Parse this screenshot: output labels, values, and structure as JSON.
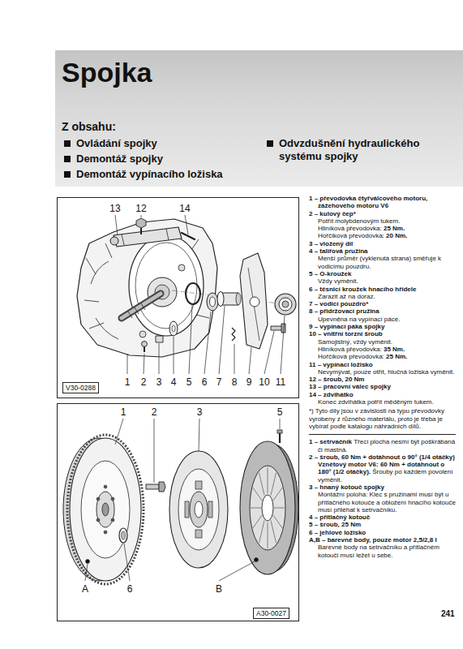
{
  "diagram": {
    "title": "Spojka",
    "nodes": [
      {
        "text": [
          "Z obsahu:",
          "Ovládání spojky",
          "Demontáž spojky",
          "Demontáž vypínacího ložiska",
          "Odvzdušnění hydraulického systému spojky"
        ]
      }
    ],
    "labels": [
      "13",
      "12",
      "14",
      "1",
      "2",
      "3",
      "4",
      "5",
      "6",
      "7",
      "8",
      "9",
      "10",
      "11",
      "V30-0288",
      "1",
      "2",
      "3",
      "5",
      "A",
      "6",
      "B",
      "A30-0027",
      "1 – převodovka čtyřválcového motoru, zážehového motoru V6",
      "2 – kulový čep*",
      "Potřít molybdenovým tukem.",
      "Hliníková převodovka:",
      "25 Nm.",
      "Hořčíková převodovka:",
      "20 Nm.",
      "3 – vložený díl",
      "4 – talířová pružina",
      "Menší průměr (vyklenutá strana) směřuje k vodicímu pouzdru.",
      "5 – O-kroužek",
      "Vždy vyměnit.",
      "6 – těsnicí kroužek hnacího hřídele",
      "Zarazit až na doraz.",
      "7 – vodicí pouzdro*",
      "8 – přidržovací pružina",
      "Upevněna na vypínací páce.",
      "9 – vypínací páka spojky",
      "10 – vnitřní torzní šroub",
      "Samojistný, vždy vyměnit.",
      "Hliníková převodovka:",
      "35 Nm.",
      "Hořčíková převodovka:",
      "25 Nm.",
      "11 – vypínací ložisko",
      "Nevymývat, pouze otřít, hlučná ložiska vyměnit.",
      "12 – šroub, 20 Nm",
      "13 – pracovní válec spojky",
      "14 – zdvihátko",
      "Konec zdvihátka potřít měděným tukem.",
      "*) Tyto díly jsou v závislosti na typu převodovky vyrobeny z různého materiálu, proto je třeba je vybírat podle katalogu náhradních dílů.",
      "1 – setrvačník",
      "Třecí plocha nesmí být poškrábaná či mastná.",
      "2 – šroub, 60 Nm + dotáhnout o 90° (1/4 otáčky)",
      "Vznětový motor V6: 60 Nm + dotáhnout o 180° (1/2 otáčky).",
      "Šrouby po každém povolení vyměnit.",
      "3 – hnaný kotouč spojky",
      "Montážní poloha: Klec s pružinami musí být u přítlačného kotouče a obložení hnacího kotouče musí přiléhat k setrvačníku.",
      "4 – přítlačný kotouč",
      "5 – šroub, 25 Nm",
      "6 – jehlové ložisko",
      "A,B – barevné body, pouze motor 2,5/2,8 l",
      "Barevné body na setrvačníku a přítlačném kotouči musí ležet u sebe.",
      "241"
    ]
  }
}
